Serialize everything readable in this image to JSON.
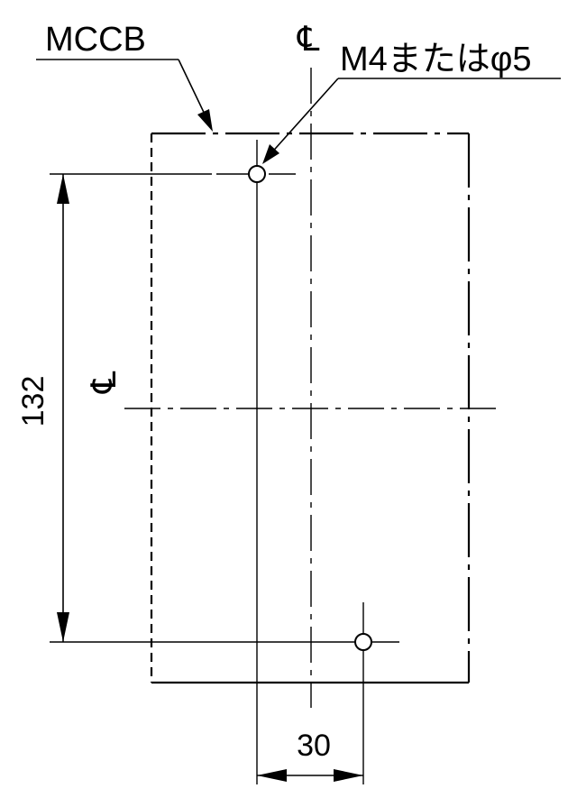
{
  "labels": {
    "component": "MCCB",
    "hole_spec": "M4またはφ5",
    "centerline_symbol": "℄",
    "dim_vertical": "132",
    "dim_horizontal": "30"
  },
  "colors": {
    "line": "#000000",
    "background": "#ffffff"
  }
}
